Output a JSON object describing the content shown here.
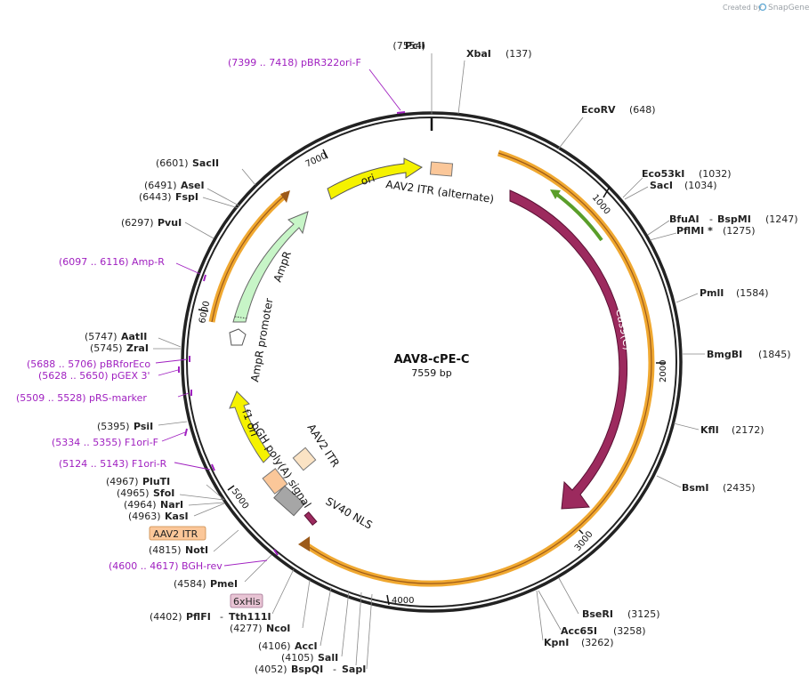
{
  "credit": {
    "prefix": "Created by",
    "brand": "SnapGene"
  },
  "plasmid": {
    "name": "AAV8-cPE-C",
    "length_label": "7559 bp"
  },
  "ticks": [
    "1000",
    "2000",
    "3000",
    "4000",
    "5000",
    "6000",
    "7000"
  ],
  "sites": {
    "pci": {
      "pos": "(7554)",
      "name": "PciI"
    },
    "xba": {
      "pos": "(137)",
      "name": "XbaI"
    },
    "ecorv": {
      "pos": "(648)",
      "name": "EcoRV"
    },
    "eco53": {
      "pos": "(1032)",
      "name": "Eco53kI"
    },
    "sac": {
      "pos": "(1034)",
      "name": "SacI"
    },
    "bfua": {
      "pos": "(1247)",
      "name": "BfuAI",
      "name2": "BspMI"
    },
    "pflmi": {
      "pos": "(1275)",
      "name": "PflMI *"
    },
    "pml": {
      "pos": "(1584)",
      "name": "PmlI"
    },
    "bmgb": {
      "pos": "(1845)",
      "name": "BmgBI"
    },
    "kfl": {
      "pos": "(2172)",
      "name": "KflI"
    },
    "bsm": {
      "pos": "(2435)",
      "name": "BsmI"
    },
    "bser": {
      "pos": "(3125)",
      "name": "BseRI"
    },
    "acc65": {
      "pos": "(3258)",
      "name": "Acc65I"
    },
    "kpn": {
      "pos": "(3262)",
      "name": "KpnI"
    },
    "sacii": {
      "pos": "(6601)",
      "name": "SacII"
    },
    "ase": {
      "pos": "(6491)",
      "name": "AseI"
    },
    "fsp": {
      "pos": "(6443)",
      "name": "FspI"
    },
    "pvu": {
      "pos": "(6297)",
      "name": "PvuI"
    },
    "aatii": {
      "pos": "(5747)",
      "name": "AatII"
    },
    "zra": {
      "pos": "(5745)",
      "name": "ZraI"
    },
    "psi": {
      "pos": "(5395)",
      "name": "PsiI"
    },
    "plut": {
      "pos": "(4967)",
      "name": "PluTI"
    },
    "sfo": {
      "pos": "(4965)",
      "name": "SfoI"
    },
    "nar": {
      "pos": "(4964)",
      "name": "NarI"
    },
    "kas": {
      "pos": "(4963)",
      "name": "KasI"
    },
    "not": {
      "pos": "(4815)",
      "name": "NotI"
    },
    "pme": {
      "pos": "(4584)",
      "name": "PmeI"
    },
    "pflfi": {
      "pos": "(4402)",
      "name": "PflFI",
      "name2": "Tth111I"
    },
    "nco": {
      "pos": "(4277)",
      "name": "NcoI"
    },
    "acc": {
      "pos": "(4106)",
      "name": "AccI"
    },
    "sal": {
      "pos": "(4105)",
      "name": "SalI"
    },
    "bspq": {
      "pos": "(4052)",
      "name": "BspQI",
      "name2": "SapI"
    }
  },
  "primers": {
    "pbr": "(7399 .. 7418)  pBR322ori-F",
    "ampr": "(6097 .. 6116)  Amp-R",
    "pbrforeco": "(5688 .. 5706)  pBRforEco",
    "pgex": "(5628 .. 5650)  pGEX 3'",
    "prs": "(5509 .. 5528)  pRS-marker",
    "f1orif": "(5334 .. 5355)  F1ori-F",
    "f1orir": "(5124 .. 5143)  F1ori-R",
    "bgh": "(4600 .. 4617)  BGH-rev"
  },
  "boxes": {
    "aav2_itr": "AAV2 ITR",
    "his": "6xHis"
  },
  "features": {
    "ori": "ori",
    "itr_alt": "AAV2 ITR (alternate)",
    "cas9": "Cas9(C)",
    "ampr": "AmpR",
    "ampr_promoter": "AmpR promoter",
    "f1ori": "f1 ori",
    "bgh": "bGH poly(A) signal",
    "aav2itr": "AAV2 ITR",
    "sv40": "SV40 NLS"
  },
  "colors": {
    "cas9": "#9c2a5e",
    "orange": "#f0a830",
    "green": "#5a9e2a",
    "ori": "#f5f200",
    "ampr": "#c7f5c7",
    "itr": "#fbc799",
    "grey": "#a6a6a6",
    "primer": "#a020c0"
  }
}
